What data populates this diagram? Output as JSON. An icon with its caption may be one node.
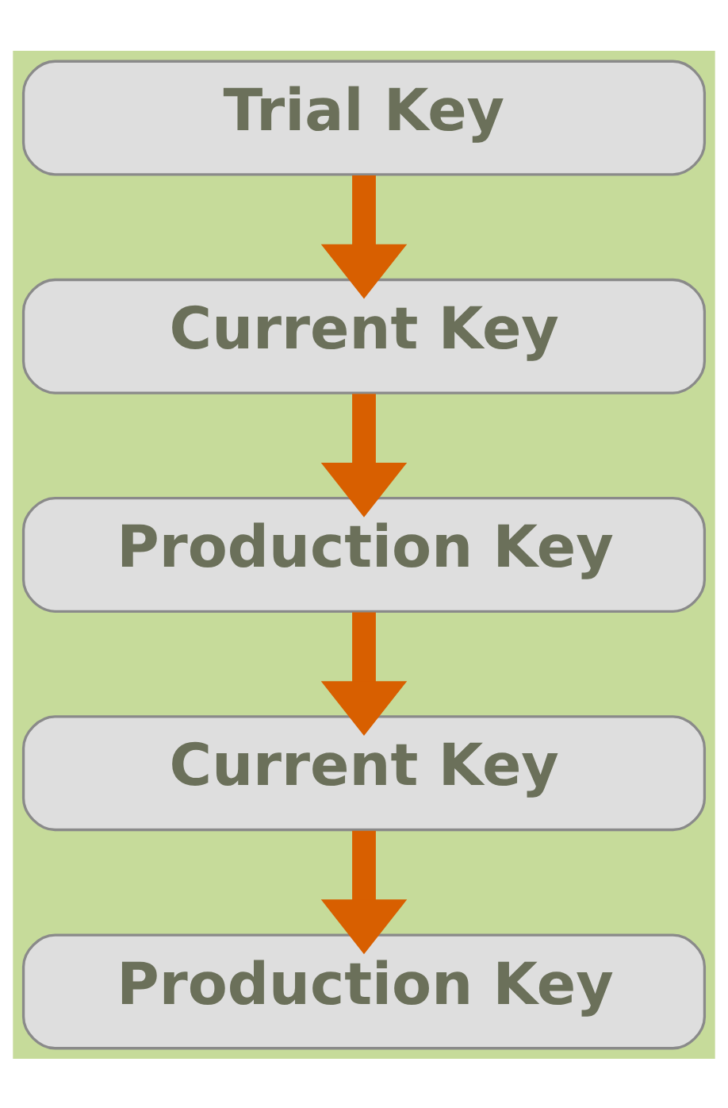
{
  "diagram": {
    "nodes": [
      {
        "text": [
          "Trial Key"
        ]
      },
      {
        "text": [
          "Current Key"
        ]
      },
      {
        "text": [
          "Production Key"
        ]
      },
      {
        "text": [
          "Current Key"
        ]
      },
      {
        "text": [
          "Production Key"
        ]
      }
    ],
    "edges": [
      {
        "from": 0,
        "to": 1,
        "arrow": "to"
      },
      {
        "from": 1,
        "to": 2,
        "arrow": "to"
      },
      {
        "from": 2,
        "to": 3,
        "arrow": "to"
      },
      {
        "from": 3,
        "to": 4,
        "arrow": "to"
      }
    ]
  }
}
